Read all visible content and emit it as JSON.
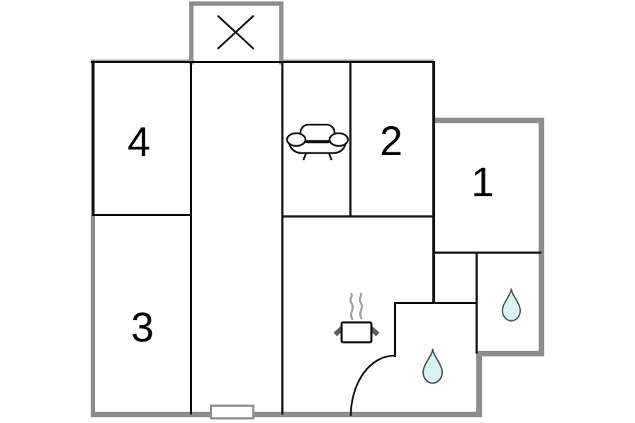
{
  "floorplan": {
    "background": "#ffffff",
    "colors": {
      "wall_gray": "#8e8e8e",
      "wall_gray_light": "#9b9b9b",
      "line_black": "#141414",
      "label_black": "#000000",
      "drop_fill": "#d7f4f8",
      "drop_stroke": "#4d4d4d",
      "steam_gray": "#a2a2a2",
      "handle_gray": "#5f5f5f"
    },
    "rooms": {
      "room1": {
        "label": "1"
      },
      "room2": {
        "label": "2"
      },
      "room3": {
        "label": "3"
      },
      "room4": {
        "label": "4"
      }
    },
    "icons": {
      "chimney": "x-mark-icon",
      "living_area": "sofa-icon",
      "kitchen": "cooking-pot-icon",
      "bathroom_right": "water-drop-icon",
      "bathroom_inner": "water-drop-icon",
      "entrance": "door-marker",
      "bathroom_door": "door-swing-arc"
    }
  }
}
